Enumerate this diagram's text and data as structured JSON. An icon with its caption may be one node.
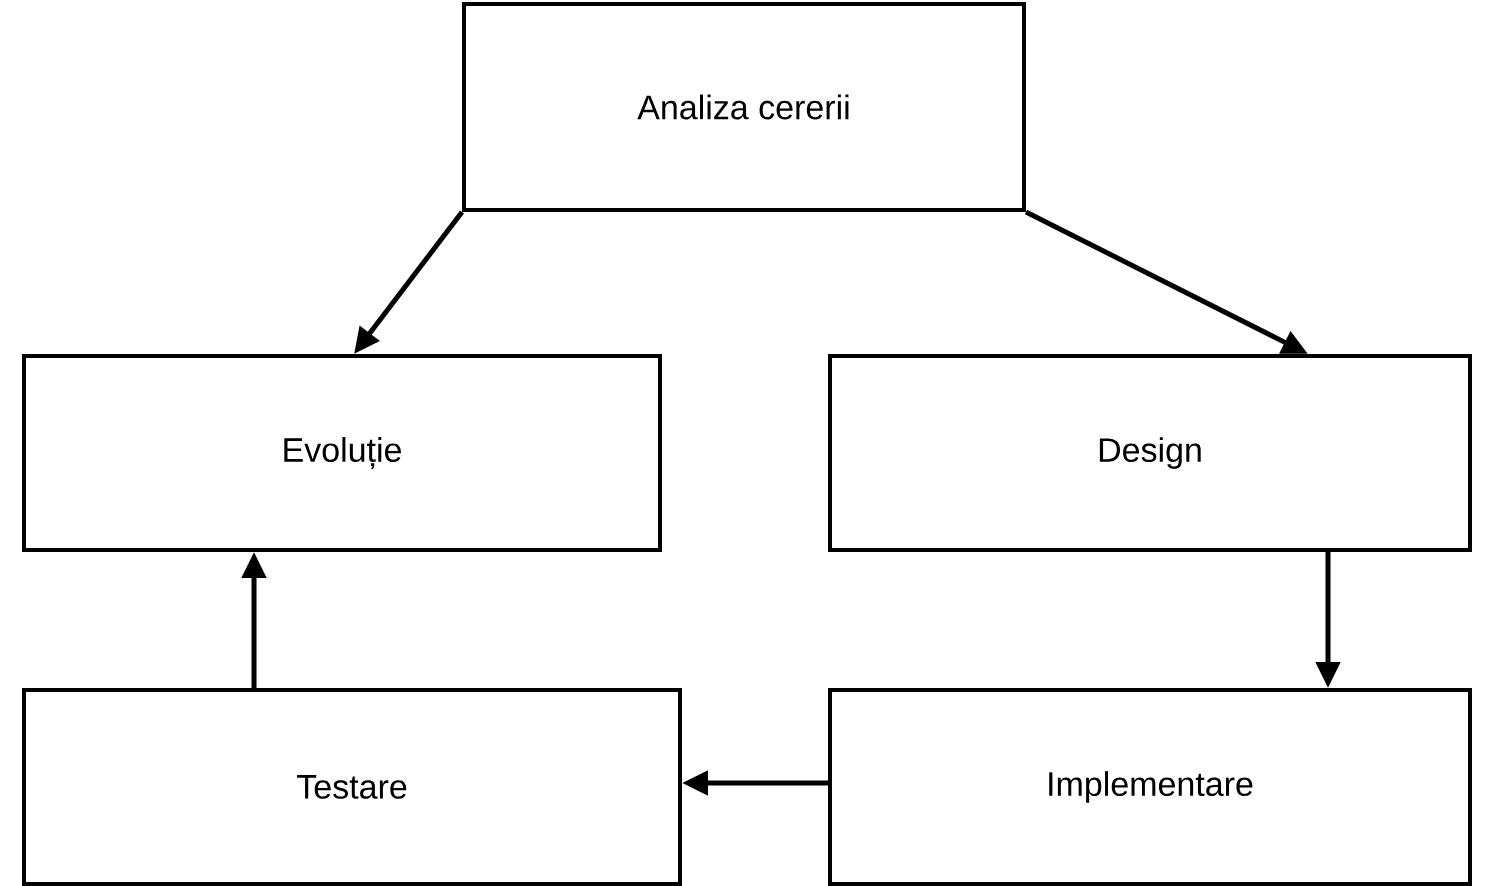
{
  "diagram": {
    "nodes": [
      {
        "text": [
          "Analiza cererii"
        ]
      },
      {
        "text": [
          "Evoluție"
        ]
      },
      {
        "text": [
          "Design"
        ]
      },
      {
        "text": [
          "Testare"
        ]
      },
      {
        "text": [
          "Implementare"
        ]
      }
    ],
    "edges": [
      {
        "from": 0,
        "to": 1,
        "arrow": "to"
      },
      {
        "from": 0,
        "to": 2,
        "arrow": "to"
      },
      {
        "from": 2,
        "to": 4,
        "arrow": "to"
      },
      {
        "from": 4,
        "to": 3,
        "arrow": "to"
      },
      {
        "from": 3,
        "to": 1,
        "arrow": "to"
      }
    ]
  }
}
